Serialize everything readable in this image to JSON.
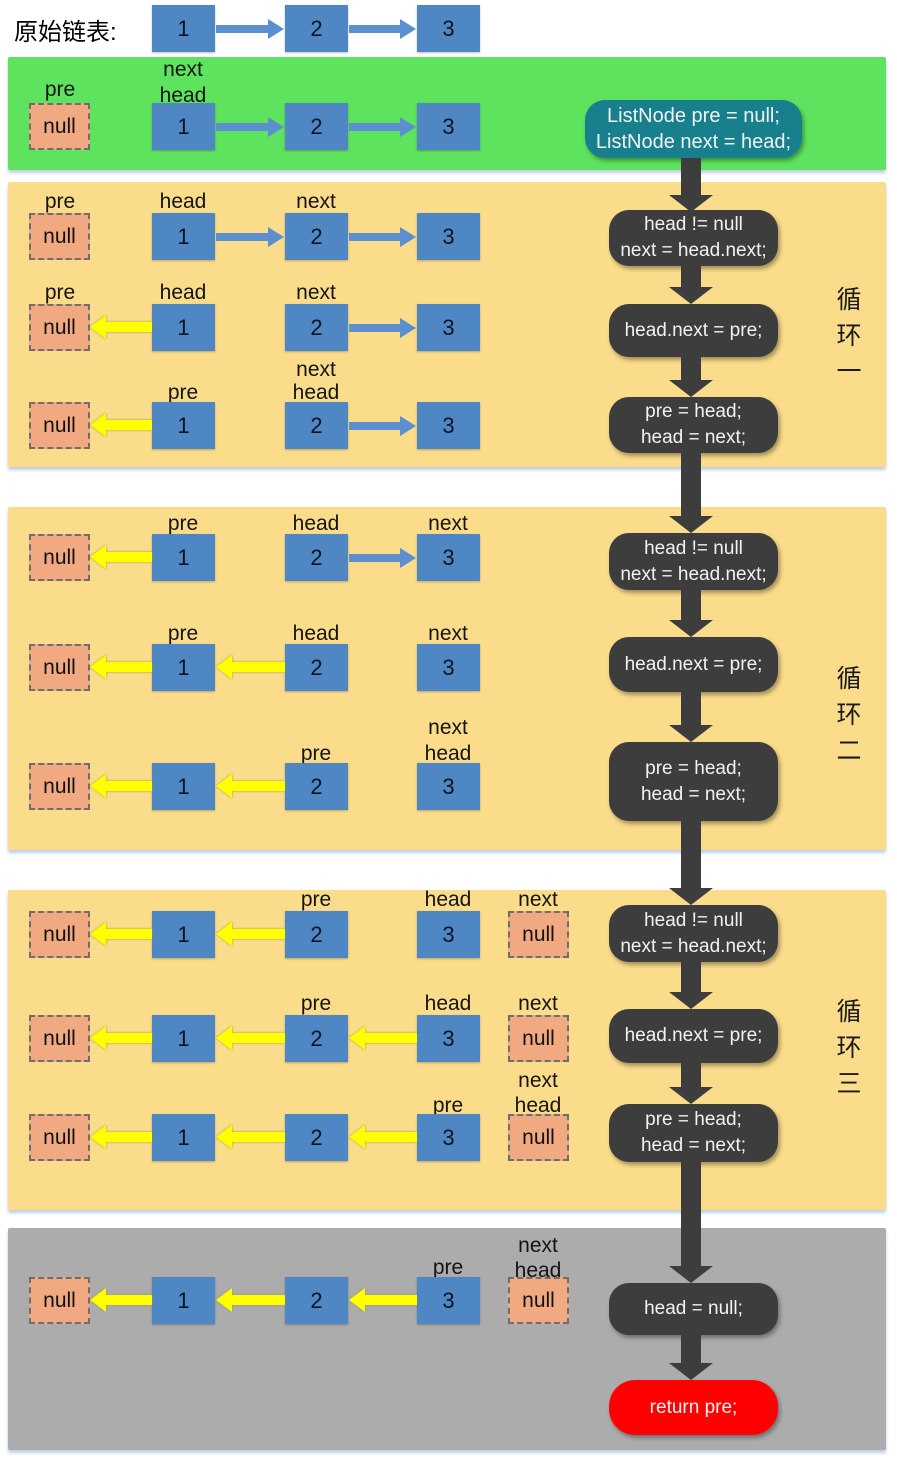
{
  "header": {
    "title": "原始链表:"
  },
  "labels": {
    "pre": "pre",
    "head": "head",
    "next": "next"
  },
  "values": {
    "node1": "1",
    "node2": "2",
    "node3": "3",
    "null": "null"
  },
  "loops": {
    "one": "循环一",
    "two": "循环二",
    "three": "循环三"
  },
  "code": {
    "init1": "ListNode pre = null;",
    "init2": "ListNode next = head;",
    "cond1": "head != null",
    "cond2": "next = head.next;",
    "reverse": "head.next = pre;",
    "advance1": "pre = head;",
    "advance2": "head = next;",
    "terminate": "head = null;",
    "ret": "return pre;"
  },
  "colors": {
    "node_blue": "#4f86c4",
    "null_orange": "#f0a981",
    "section_green": "#5ee35e",
    "section_yellow": "#fbdc8a",
    "section_gray": "#acacac",
    "code_dark": "#3d3d3d",
    "code_teal": "#17808c",
    "return_red": "#ff0000",
    "arrow_yellow": "#ffff00",
    "arrow_blue": "#5b8fd0"
  }
}
